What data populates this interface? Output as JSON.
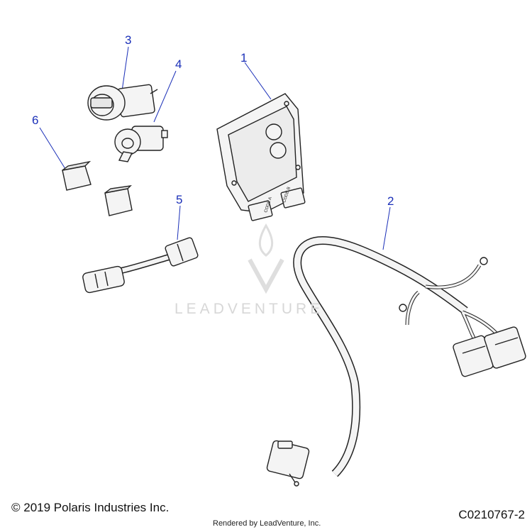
{
  "callouts": {
    "c1": "1",
    "c2": "2",
    "c3": "3",
    "c4": "4",
    "c5": "5",
    "c6": "6"
  },
  "ecu_labels": {
    "code_a": "CODE A",
    "code_b": "CODE B"
  },
  "watermark": "LEADVENTURE",
  "footer": {
    "copyright": "© 2019 Polaris Industries Inc.",
    "diagram_code": "C0210767-2",
    "rendered_by": "Rendered by LeadVenture, Inc."
  },
  "colors": {
    "callout": "#1a2fb8",
    "line_art": "#222222",
    "part_fill": "#f4f4f4",
    "watermark": "#d7d7d7"
  }
}
